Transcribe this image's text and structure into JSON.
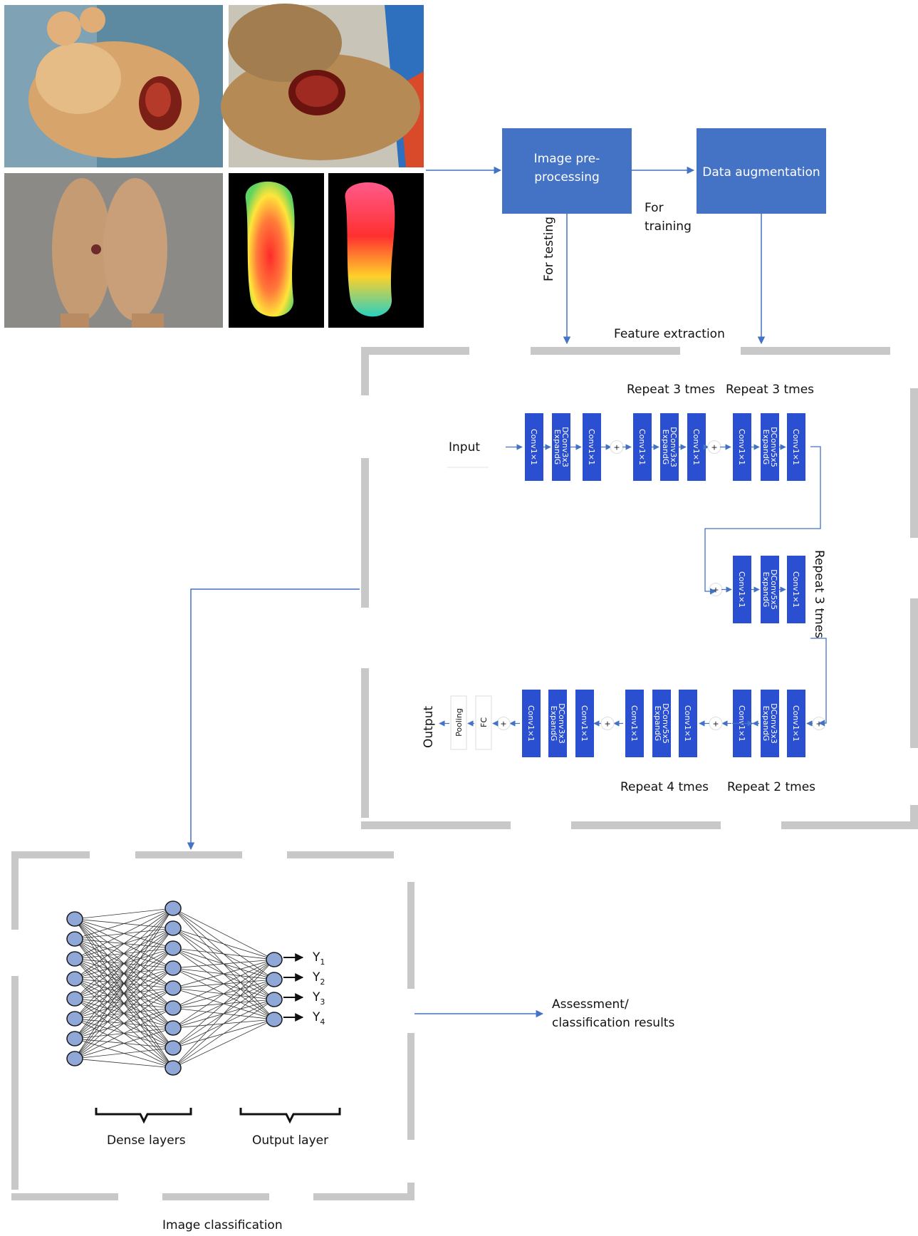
{
  "flow": {
    "preprocess": "Image pre-processing",
    "augmentation": "Data augmentation",
    "for_training": "For training",
    "for_testing": "For testing",
    "feature_extraction": "Feature extraction"
  },
  "network": {
    "input": "Input",
    "output": "Output",
    "pooling": "Pooling",
    "fc": "FC",
    "plus": "+",
    "conv1x1": "Conv1×1",
    "dconv3x3": "DConv3x3 ExpandG",
    "dconv5x5": "DConv5x5 ExpandG",
    "repeat_labels": [
      "Repeat 3 tmes",
      "Repeat 3 tmes",
      "Repeat 3 tmes",
      "Repeat 4 tmes",
      "Repeat 2 tmes"
    ]
  },
  "classification": {
    "outputs": [
      "Y1",
      "Y2",
      "Y3",
      "Y4"
    ],
    "dense": "Dense layers",
    "output_layer": "Output layer",
    "result": "Assessment/ classification results",
    "section": "Image classification"
  },
  "colors": {
    "box": "#4472c4",
    "conv": "#2a4fd1",
    "arrow": "#4472c4",
    "frame": "#c8c8c8",
    "node": "#8fa8d8"
  }
}
